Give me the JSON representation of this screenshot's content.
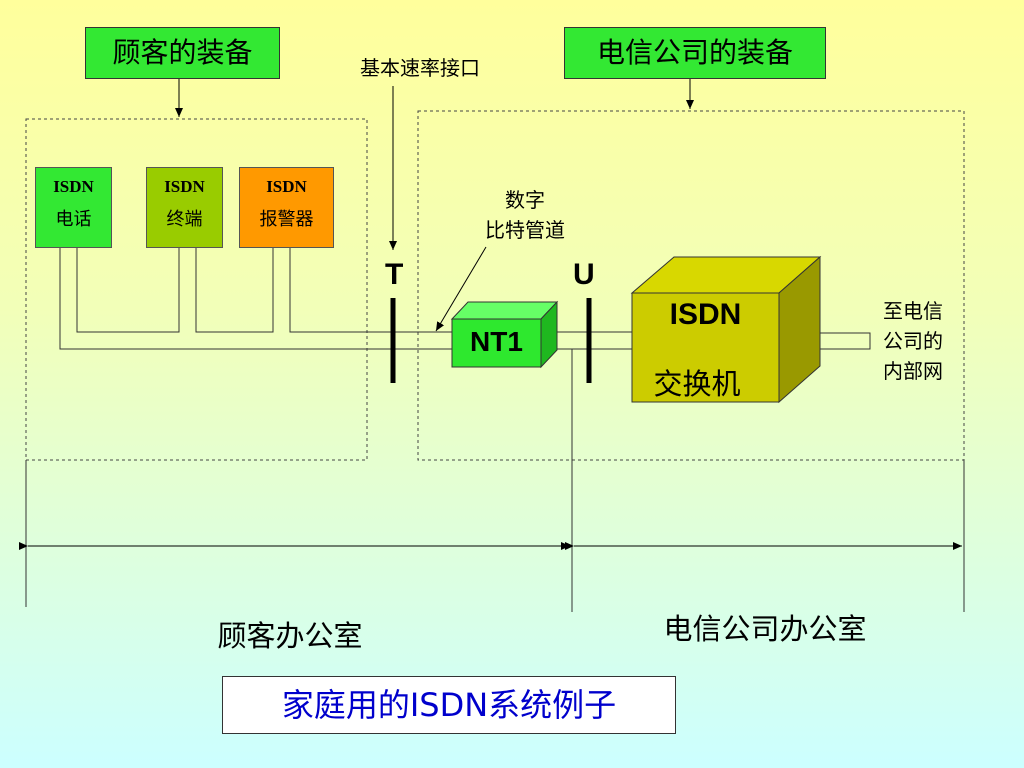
{
  "labels": {
    "customer_equipment": "顾客的装备",
    "telecom_equipment": "电信公司的装备",
    "basic_rate_interface": "基本速率接口",
    "digital_bit_pipe_line1": "数字",
    "digital_bit_pipe_line2": "比特管道",
    "T": "T",
    "U": "U",
    "to_telecom_line1": "至电信",
    "to_telecom_line2": "公司的",
    "to_telecom_line3": "内部网",
    "customer_office": "顾客办公室",
    "telecom_office": "电信公司办公室",
    "caption": "家庭用的ISDN系统例子"
  },
  "devices": {
    "phone": {
      "line1": "ISDN",
      "line2": "电话"
    },
    "terminal": {
      "line1": "ISDN",
      "line2": "终端"
    },
    "alarm": {
      "line1": "ISDN",
      "line2": "报警器"
    },
    "nt1": {
      "label": "NT1"
    },
    "switch": {
      "line1": "ISDN",
      "line2": "交换机"
    }
  },
  "colors": {
    "label_green": "#33e833",
    "phone_green": "#33e833",
    "terminal_olive": "#99cc00",
    "alarm_orange": "#ff9900",
    "nt1_green": "#2ee82e",
    "switch_front": "#cccc00",
    "switch_top": "#d8d800",
    "switch_side": "#999900",
    "caption_blue": "#0000cc"
  }
}
